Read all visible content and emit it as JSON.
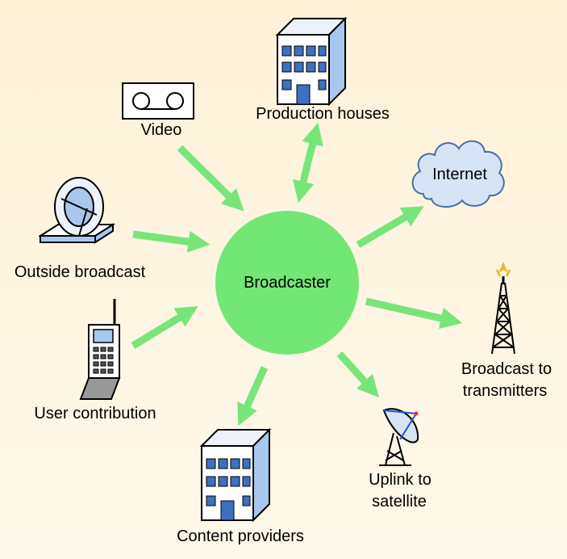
{
  "center": {
    "label": "Broadcaster"
  },
  "nodes": {
    "video": {
      "label": "Video"
    },
    "production": {
      "label": "Production houses"
    },
    "internet": {
      "label": "Internet"
    },
    "outside": {
      "label": "Outside broadcast"
    },
    "transmitters": {
      "label_line1": "Broadcast to",
      "label_line2": "transmitters"
    },
    "user": {
      "label": "User contribution"
    },
    "satellite": {
      "label_line1": "Uplink to",
      "label_line2": "satellite"
    },
    "content": {
      "label": "Content providers"
    }
  },
  "colors": {
    "arrow": "#78e57a",
    "hub": "#72e776",
    "building_front": "#ffffff",
    "building_side": "#a8c7ee",
    "window": "#3f6fbf",
    "cloud": "#d6e4f5"
  },
  "icons": {
    "video": "vcr-icon",
    "production": "building-icon",
    "internet": "cloud-icon",
    "outside": "dish-icon",
    "transmitters": "tower-icon",
    "user": "mobile-phone-icon",
    "satellite": "satellite-dish-icon",
    "content": "building-icon"
  }
}
